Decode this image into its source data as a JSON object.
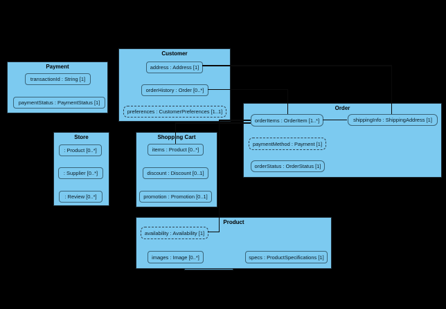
{
  "colors": {
    "background": "#000000",
    "node_fill": "#7ccaf0",
    "node_border": "#1d2a33",
    "field_border": "#3a6479",
    "dashed_border": "#2e4150",
    "text": "#0c1a23",
    "connector": "#0a0a0a",
    "hidden_strip": "#4f94b8"
  },
  "classes": [
    {
      "title": "Payment",
      "fields": [
        {
          "label": "transactionId : String [1]",
          "dashed": false
        },
        {
          "label": "paymentStatus : PaymentStatus [1]",
          "dashed": false
        }
      ]
    },
    {
      "title": "Customer",
      "fields": [
        {
          "label": "address : Address [1]",
          "dashed": false
        },
        {
          "label": "orderHistory : Order [0..*]",
          "dashed": false
        },
        {
          "label": "preferences : CustomerPreferences [1..1]",
          "dashed": true
        }
      ]
    },
    {
      "title": "Order",
      "fields": [
        {
          "label": "orderItems : OrderItem [1..*]",
          "dashed": false
        },
        {
          "label": "shippingInfo : ShippingAddress [1]",
          "dashed": false
        },
        {
          "label": "paymentMethod : Payment [1]",
          "dashed": true
        },
        {
          "label": "orderStatus : OrderStatus [1]",
          "dashed": false
        }
      ]
    },
    {
      "title": "Store",
      "fields": [
        {
          "label": ": Product [0..*]",
          "dashed": false
        },
        {
          "label": ": Supplier [0..*]",
          "dashed": false
        },
        {
          "label": ": Review [0..*]",
          "dashed": false
        }
      ]
    },
    {
      "title": "Shopping Cart",
      "fields": [
        {
          "label": "items : Product [0..*]",
          "dashed": false
        },
        {
          "label": "discount : Discount [0..1]",
          "dashed": false
        },
        {
          "label": "promotion : Promotion [0..1]",
          "dashed": false
        }
      ]
    },
    {
      "title": "Product",
      "fields": [
        {
          "label": "availability : Availability [1]",
          "dashed": true
        },
        {
          "label": "images : Image [0..*]",
          "dashed": false
        },
        {
          "label": "specs : ProductSpecifications [1]",
          "dashed": false
        }
      ]
    }
  ],
  "relationships": [
    {
      "from": "Customer.address",
      "to": "Order.shippingInfo",
      "style": "solid"
    },
    {
      "from": "Customer.orderHistory",
      "to": "Order.orderItems",
      "style": "solid"
    },
    {
      "from": "Order.orderItems",
      "to": "Order.shippingInfo",
      "style": "solid"
    },
    {
      "from": "Order.orderItems",
      "to": "ShoppingCart.items",
      "style": "solid"
    },
    {
      "from": "Order.orderItems",
      "to": "Product.availability",
      "style": "solid"
    }
  ]
}
